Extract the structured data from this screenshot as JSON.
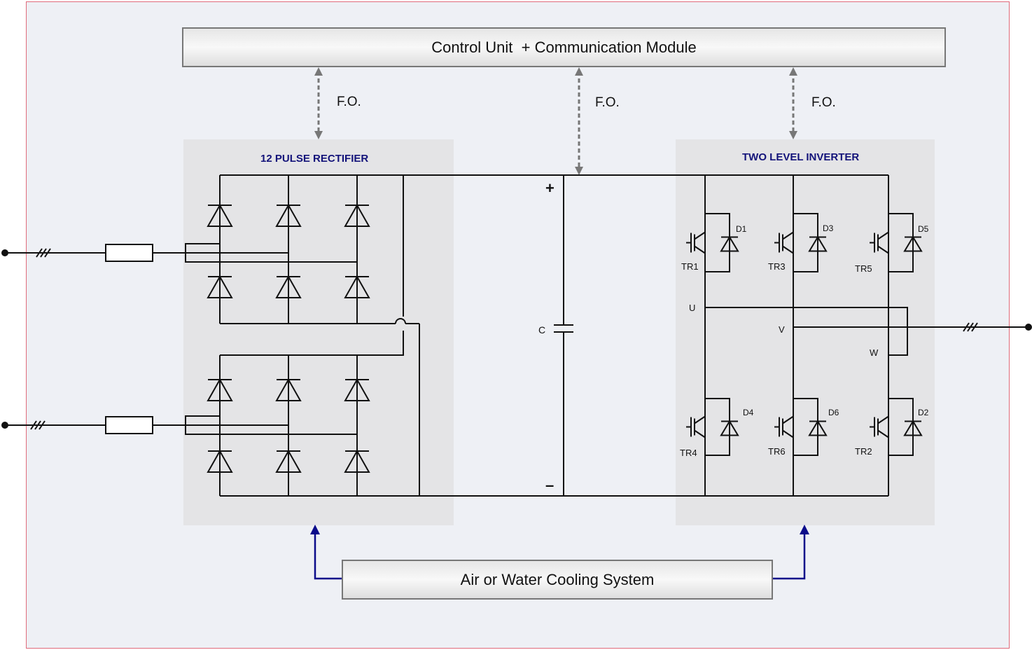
{
  "control_unit": {
    "label": "Control Unit  + Communication Module"
  },
  "cooling": {
    "label": "Air or Water Cooling System"
  },
  "links": {
    "fo_left": "F.O.",
    "fo_mid": "F.O.",
    "fo_right": "F.O."
  },
  "rectifier": {
    "title": "12 PULSE RECTIFIER"
  },
  "inverter": {
    "title": "TWO LEVEL INVERTER",
    "transistors": [
      "TR1",
      "TR3",
      "TR5",
      "TR4",
      "TR6",
      "TR2"
    ],
    "diodes": [
      "D1",
      "D3",
      "D5",
      "D4",
      "D6",
      "D2"
    ],
    "phases": [
      "U",
      "V",
      "W"
    ]
  },
  "dc_link": {
    "capacitor": "C",
    "plus": "+",
    "minus": "–"
  },
  "colors": {
    "wire": "#111111",
    "fo_arrow": "#777777",
    "cooling_arrow": "#0b0b8a",
    "heading": "#13137a",
    "frame_border": "#e06a7a",
    "panel": "#e4e4e6"
  }
}
